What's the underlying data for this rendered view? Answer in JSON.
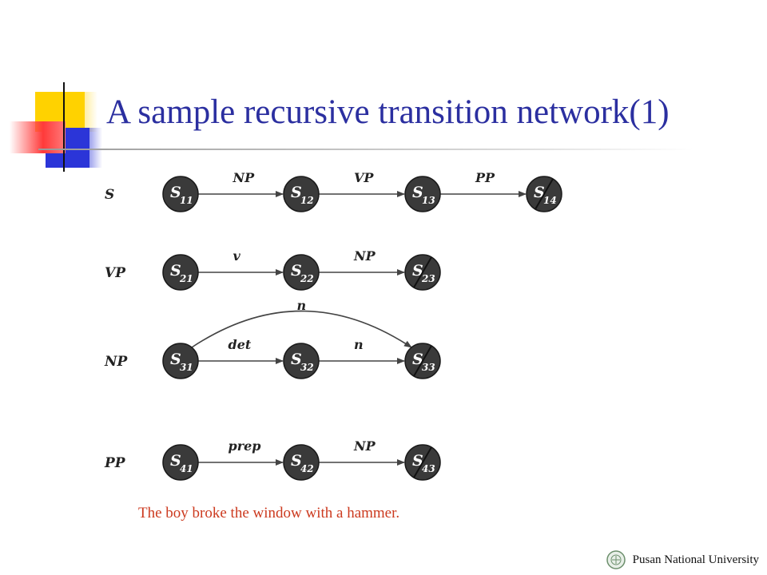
{
  "slide": {
    "title": "A sample recursive transition network(1)",
    "caption": "The boy broke the window with a hammer.",
    "footer": "Pusan National University"
  },
  "colors": {
    "title": "#2b2fa0",
    "caption": "#cc3a1f",
    "node_fill": "#3a3a3a",
    "deco_yellow": "#ffd200",
    "deco_blue": "#2b35d8",
    "deco_red": "#ff3a3a"
  },
  "networks": [
    {
      "label": "S",
      "states": [
        {
          "sub": "11",
          "final": false
        },
        {
          "sub": "12",
          "final": false
        },
        {
          "sub": "13",
          "final": false
        },
        {
          "sub": "14",
          "final": true
        }
      ],
      "arcs": [
        {
          "from": 0,
          "to": 1,
          "label": "NP"
        },
        {
          "from": 1,
          "to": 2,
          "label": "VP"
        },
        {
          "from": 2,
          "to": 3,
          "label": "PP"
        }
      ]
    },
    {
      "label": "VP",
      "states": [
        {
          "sub": "21",
          "final": false
        },
        {
          "sub": "22",
          "final": false
        },
        {
          "sub": "23",
          "final": true
        }
      ],
      "arcs": [
        {
          "from": 0,
          "to": 1,
          "label": "v"
        },
        {
          "from": 1,
          "to": 2,
          "label": "NP"
        }
      ]
    },
    {
      "label": "NP",
      "states": [
        {
          "sub": "31",
          "final": false
        },
        {
          "sub": "32",
          "final": false
        },
        {
          "sub": "33",
          "final": true
        }
      ],
      "arcs": [
        {
          "from": 0,
          "to": 1,
          "label": "det"
        },
        {
          "from": 1,
          "to": 2,
          "label": "n"
        },
        {
          "from": 0,
          "to": 2,
          "label": "n",
          "curved": true
        }
      ]
    },
    {
      "label": "PP",
      "states": [
        {
          "sub": "41",
          "final": false
        },
        {
          "sub": "42",
          "final": false
        },
        {
          "sub": "43",
          "final": true
        }
      ],
      "arcs": [
        {
          "from": 0,
          "to": 1,
          "label": "prep"
        },
        {
          "from": 1,
          "to": 2,
          "label": "NP"
        }
      ]
    }
  ]
}
